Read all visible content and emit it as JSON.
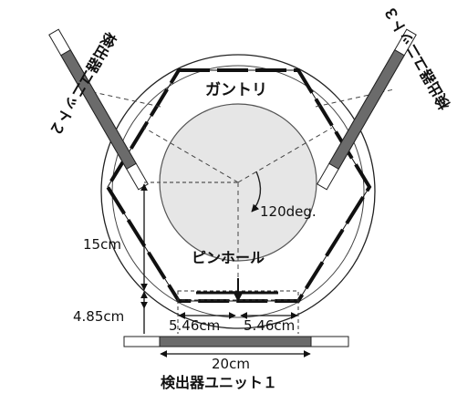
{
  "labels": {
    "gantry": "ガントリ",
    "pinhole": "ピンホール",
    "angle": "120deg.",
    "dist_15": "15cm",
    "dist_485": "4.85cm",
    "width_left": "5.46cm",
    "width_right": "5.46cm",
    "detector_width": "20cm",
    "unit1": "検出器ユニット１",
    "unit2": "検出器ユニット２",
    "unit3": "検出器ユニット３"
  },
  "colors": {
    "line": "#111111",
    "center_fill": "#e6e6e6",
    "detector_fill": "#6b6b6b",
    "detector_light": "#ffffff"
  }
}
